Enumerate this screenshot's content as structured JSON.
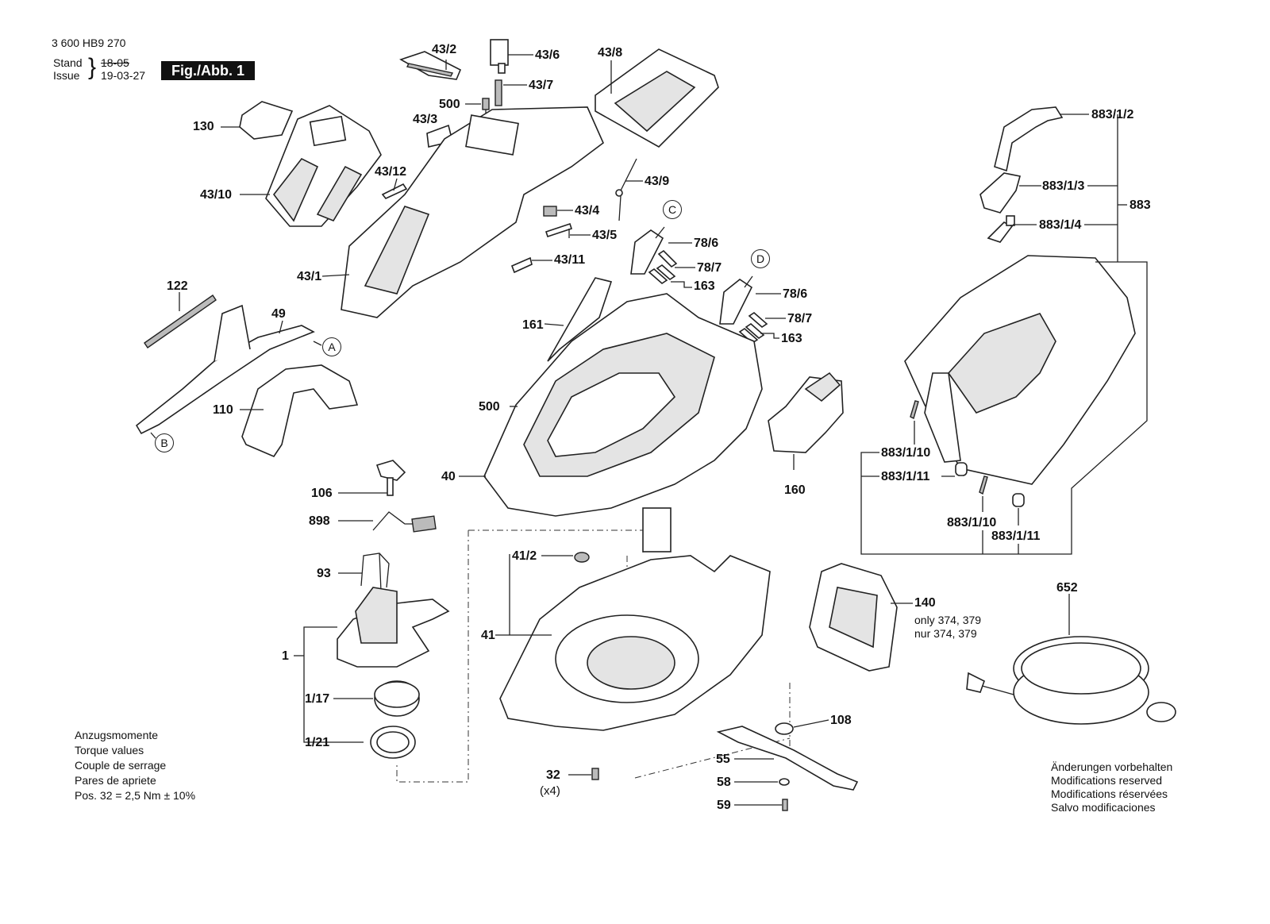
{
  "header": {
    "doc_number": "3 600 HB9 270",
    "stand_label": "Stand",
    "issue_label": "Issue",
    "stand_date": "18-05",
    "issue_date": "19-03-27",
    "figure_label": "Fig./Abb. 1"
  },
  "parts": {
    "p43_2": "43/2",
    "p43_6": "43/6",
    "p43_8": "43/8",
    "p43_7": "43/7",
    "p500a": "500",
    "p43_3": "43/3",
    "p130": "130",
    "p43_12": "43/12",
    "p43_10": "43/10",
    "p43_9": "43/9",
    "p43_4": "43/4",
    "p43_5": "43/5",
    "p43_11": "43/11",
    "p43_1": "43/1",
    "p78_6a": "78/6",
    "p78_7a": "78/7",
    "p163a": "163",
    "p78_6b": "78/6",
    "p78_7b": "78/7",
    "p163b": "163",
    "p122": "122",
    "p49": "49",
    "p161": "161",
    "p110": "110",
    "p500b": "500",
    "p40": "40",
    "p160": "160",
    "p106": "106",
    "p898": "898",
    "p93": "93",
    "p41_2": "41/2",
    "p41": "41",
    "p1": "1",
    "p1_17": "1/17",
    "p1_21": "1/21",
    "p140": "140",
    "p652": "652",
    "p32": "32",
    "p32_qty": "(x4)",
    "p108": "108",
    "p55": "55",
    "p58": "58",
    "p59": "59",
    "p883_1_2": "883/1/2",
    "p883_1_3": "883/1/3",
    "p883_1_4": "883/1/4",
    "p883": "883",
    "p883_1_10a": "883/1/10",
    "p883_1_11a": "883/1/11",
    "p883_1_10b": "883/1/10",
    "p883_1_11b": "883/1/11"
  },
  "refs": {
    "A": "A",
    "B": "B",
    "C": "C",
    "D": "D"
  },
  "notes": {
    "p140_only": "only 374, 379",
    "p140_nur": "nur 374, 379"
  },
  "torque": {
    "lines": [
      "Anzugsmomente",
      "Torque values",
      "Couple de serrage",
      "Pares de apriete",
      "Pos. 32 = 2,5 Nm ± 10%"
    ]
  },
  "modifications": {
    "lines": [
      "Änderungen vorbehalten",
      "Modifications reserved",
      "Modifications réservées",
      "Salvo modificaciones"
    ]
  }
}
